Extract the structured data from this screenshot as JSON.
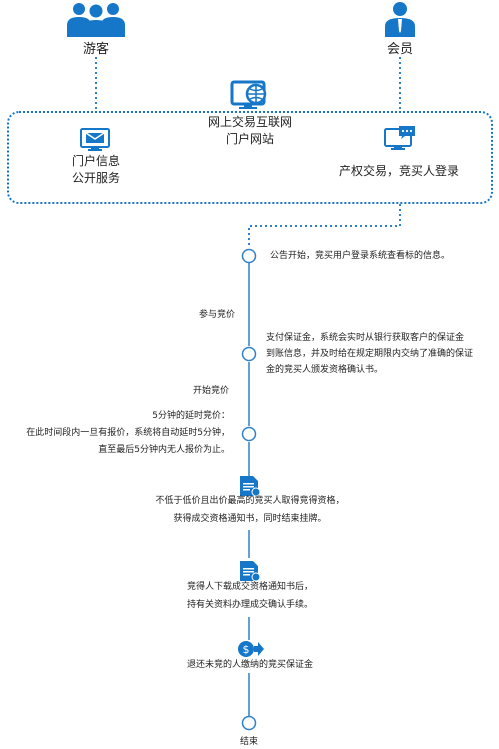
{
  "roles": {
    "visitor": "游客",
    "member": "会员"
  },
  "portal": {
    "title_line1": "网上交易互联网",
    "title_line2": "门户网站",
    "left_line1": "门户信息",
    "left_line2": "公开服务",
    "right_text": "产权交易，竞买人登录"
  },
  "steps": {
    "s1": "公告开始，竞买用户登录系统查看标的信息。",
    "s2": "参与竞价",
    "s3_line1": "支付保证金，系统会实时从银行获取客户的保证金",
    "s3_line2": "到账信息，并及时给在规定期限内交纳了准确的保证",
    "s3_line3": "金的竞买人颁发资格确认书。",
    "s4": "开始竞价",
    "s5_line1": "5分钟的延时竞价：",
    "s5_line2": "在此时间段内一旦有报价，系统将自动延时5分钟，",
    "s5_line3": "直至最后5分钟内无人报价为止。",
    "s6_line1": "不低于低价且出价最高的竞买人取得竞得资格，",
    "s6_line2": "获得成交资格通知书，同时结束挂牌。",
    "s7_line1": "竞得人下载成交资格通知书后，",
    "s7_line2": "持有关资料办理成交确认手续。",
    "s8": "退还未竞的人缴纳的竞买保证金",
    "end": "结束"
  },
  "colors": {
    "primary": "#1677c9",
    "line": "#2f80c8"
  },
  "icons": {
    "user": "person-icon",
    "portal": "monitor-globe-icon",
    "info": "monitor-mail-icon",
    "chat": "monitor-chat-icon",
    "doc": "document-icon",
    "money": "money-transfer-icon"
  }
}
